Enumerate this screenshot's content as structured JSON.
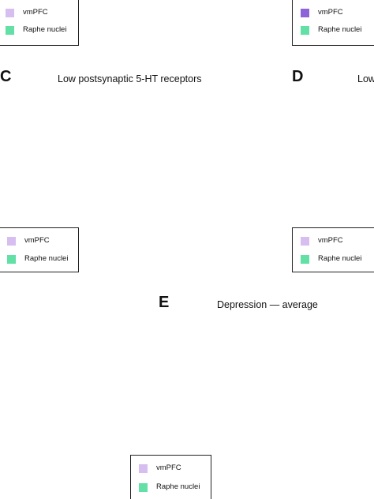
{
  "panels": {
    "a": {
      "legend": {
        "vmpfc": "vmPFC",
        "raphe": "Raphe nuclei"
      }
    },
    "b": {
      "legend": {
        "vmpfc": "vmPFC",
        "raphe": "Raphe nuclei"
      }
    },
    "c": {
      "letter": "C",
      "title": "Low postsynaptic 5-HT receptors",
      "legend": {
        "vmpfc": "vmPFC",
        "raphe": "Raphe nuclei"
      }
    },
    "d": {
      "letter": "D",
      "title": "Low",
      "legend": {
        "vmpfc": "vmPFC",
        "raphe": "Raphe nuclei"
      }
    },
    "e": {
      "letter": "E",
      "title": "Depression — average",
      "legend": {
        "vmpfc": "vmPFC",
        "raphe": "Raphe nuclei"
      }
    }
  },
  "colors": {
    "brain": "#f3b9cf",
    "brain_outline": "#b76d8e",
    "brain_inner": "#f8d3e1",
    "callosum": "#fbe4ee",
    "pathway": "#1b2f8a",
    "pathway_light": "#4b55b8",
    "vmpfc_light": "#d6bff0",
    "vmpfc_medium": "#a98be0",
    "vmpfc_dark": "#8d63d9",
    "raphe": "#62e0a6"
  }
}
